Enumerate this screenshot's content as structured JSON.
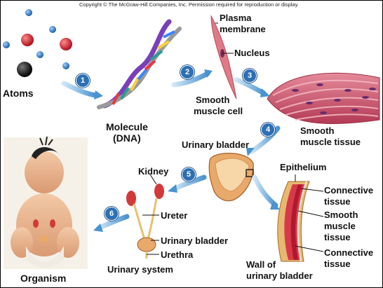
{
  "copyright": "Copyright © The McGraw-Hill Companies, Inc.  Permission required for reproduction or display.",
  "steps": [
    "1",
    "2",
    "3",
    "4",
    "5",
    "6"
  ],
  "labels": {
    "atoms": "Atoms",
    "molecule_line1": "Molecule",
    "molecule_line2": "(DNA)",
    "plasma_line1": "Plasma",
    "plasma_line2": "membrane",
    "nucleus": "Nucleus",
    "smooth_cell_line1": "Smooth",
    "smooth_cell_line2": "muscle cell",
    "smooth_tissue_line1": "Smooth",
    "smooth_tissue_line2": "muscle tissue",
    "urinary_bladder_top": "Urinary bladder",
    "kidney": "Kidney",
    "ureter": "Ureter",
    "urinary_bladder_sys": "Urinary bladder",
    "urethra": "Urethra",
    "urinary_system": "Urinary system",
    "epithelium": "Epithelium",
    "connective1_line1": "Connective",
    "connective1_line2": "tissue",
    "smooth_muscle_line1": "Smooth",
    "smooth_muscle_line2": "muscle",
    "smooth_muscle_line3": "tissue",
    "connective2_line1": "Connective",
    "connective2_line2": "tissue",
    "wall_line1": "Wall of",
    "wall_line2": "urinary bladder",
    "organism": "Organism"
  },
  "colors": {
    "arrow": "#5aa0d8",
    "step": "#2c6fb4",
    "atom_red": "#c8102e",
    "atom_blue": "#2a7fd0",
    "atom_black": "#111111",
    "muscle": "#c9546a",
    "nucleus": "#8a2a6a"
  }
}
